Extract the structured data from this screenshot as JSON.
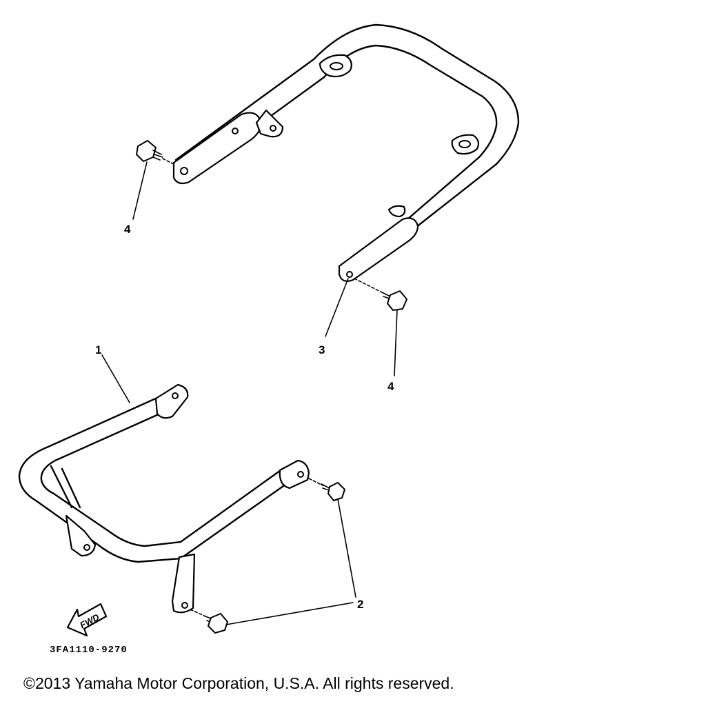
{
  "callouts": {
    "part1": "1",
    "part2": "2",
    "part3": "3",
    "part4_upper": "4",
    "part4_lower": "4"
  },
  "fwd_arrow": {
    "label": "FWD",
    "icon": "forward-arrow-icon"
  },
  "part_code": "3FA1110-9270",
  "copyright": "©2013 Yamaha Motor Corporation, U.S.A. All rights reserved."
}
